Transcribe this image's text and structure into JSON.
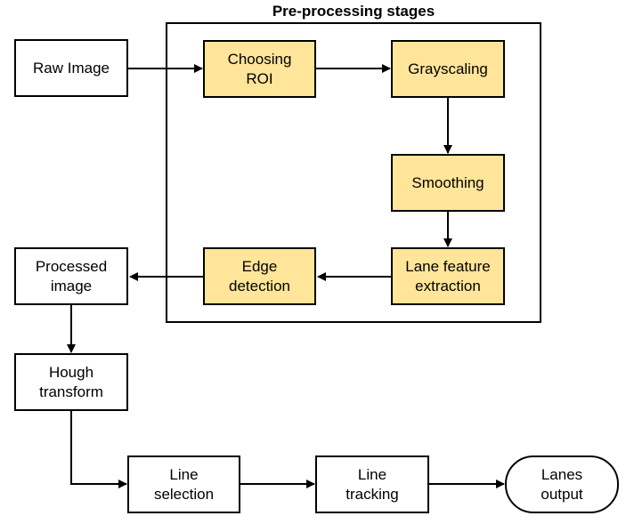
{
  "group": {
    "title": "Pre-processing stages"
  },
  "nodes": {
    "raw_image": "Raw Image",
    "choosing_roi": "Choosing\nROI",
    "grayscaling": "Grayscaling",
    "smoothing": "Smoothing",
    "lane_feature_extraction": "Lane feature\nextraction",
    "edge_detection": "Edge\ndetection",
    "processed_image": "Processed\nimage",
    "hough_transform": "Hough\ntransform",
    "line_selection": "Line\nselection",
    "line_tracking": "Line\ntracking",
    "lanes_output": "Lanes\noutput"
  },
  "colors": {
    "stage_fill": "#ffe599",
    "default_fill": "#ffffff",
    "stroke": "#000000"
  }
}
